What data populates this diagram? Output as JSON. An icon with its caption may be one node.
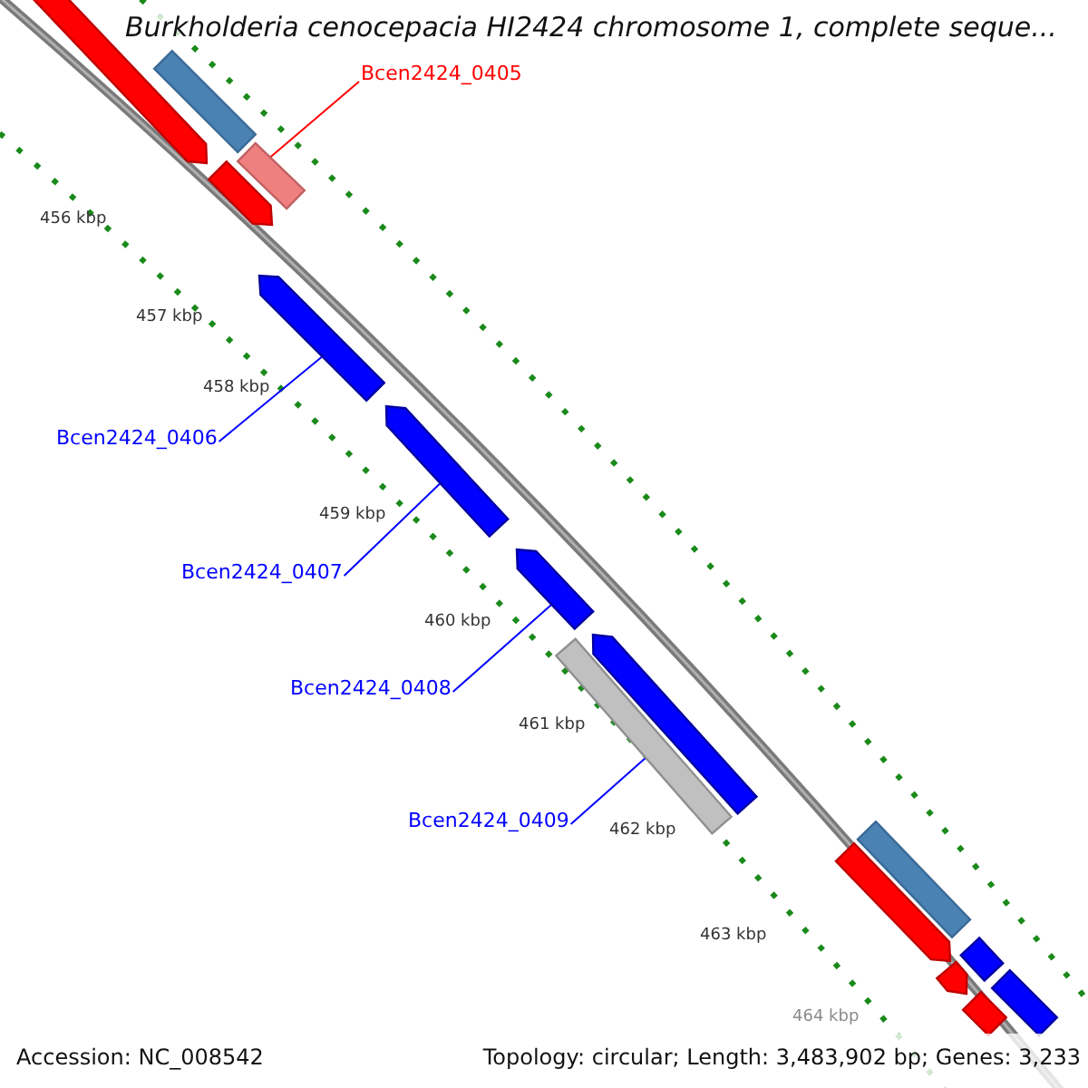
{
  "diagram": {
    "title": "Burkholderia cenocepacia HI2424 chromosome 1, complete seque...",
    "nodes": [
      {
        "text": [],
        "shape": "bar"
      },
      {
        "text": [],
        "shape": "arrow"
      },
      {
        "text": [
          "Bcen2424_0405"
        ]
      },
      {
        "text": [],
        "shape": "bar"
      },
      {
        "text": [],
        "shape": "arrow"
      },
      {
        "text": [
          "Bcen2424_0406"
        ]
      },
      {
        "text": [],
        "shape": "arrow"
      },
      {
        "text": [
          "Bcen2424_0407"
        ]
      },
      {
        "text": [],
        "shape": "arrow"
      },
      {
        "text": [
          "Bcen2424_0408"
        ]
      },
      {
        "text": [],
        "shape": "arrow"
      },
      {
        "text": [],
        "shape": "arrow"
      },
      {
        "text": [],
        "shape": "bar"
      },
      {
        "text": [
          "Bcen2424_0409"
        ]
      },
      {
        "text": [],
        "shape": "bar"
      },
      {
        "text": [],
        "shape": "arrow"
      },
      {
        "text": [],
        "shape": "bar"
      },
      {
        "text": [],
        "shape": "arrow"
      },
      {
        "text": [],
        "shape": "bar"
      },
      {
        "text": [],
        "shape": "bar"
      }
    ],
    "edges": [
      {
        "from": 2,
        "to": 3,
        "arrow": "none",
        "color": "#ff0000"
      },
      {
        "from": 5,
        "to": 6,
        "arrow": "none"
      },
      {
        "from": 7,
        "to": 8,
        "arrow": "none"
      },
      {
        "from": 9,
        "to": 10,
        "arrow": "none"
      },
      {
        "from": 13,
        "to": 12,
        "arrow": "none"
      }
    ],
    "labels": [
      "456 kbp",
      "457 kbp",
      "458 kbp",
      "459 kbp",
      "460 kbp",
      "461 kbp",
      "462 kbp",
      "463 kbp",
      "464 kbp",
      "Accession: NC_008542",
      "Topology: circular; Length: 3,483,902 bp; Genes: 3,233"
    ]
  }
}
